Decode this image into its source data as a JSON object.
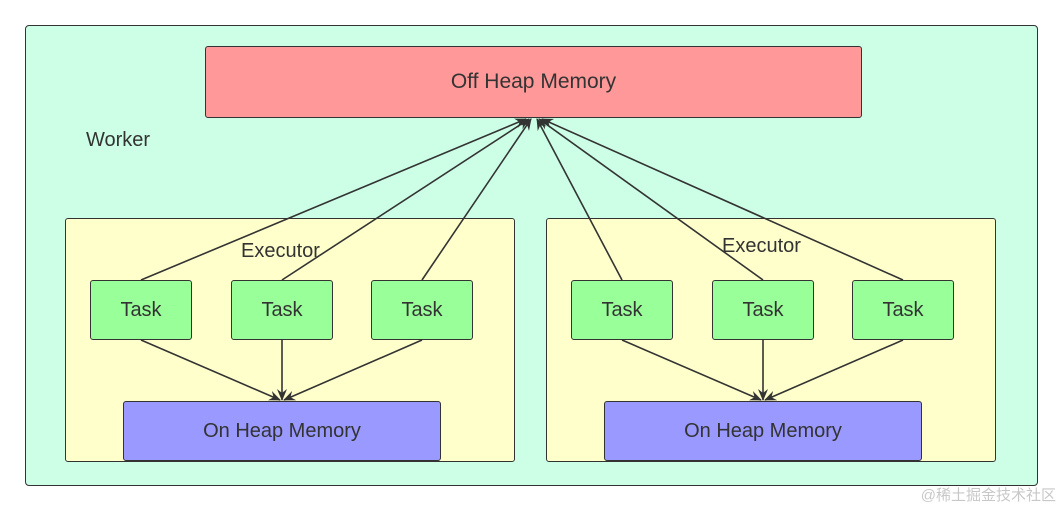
{
  "worker": {
    "label": "Worker"
  },
  "off_heap": {
    "label": "Off Heap Memory",
    "color": "#ff9999"
  },
  "executors": [
    {
      "label": "Executor",
      "tasks": [
        "Task",
        "Task",
        "Task"
      ],
      "on_heap": "On Heap Memory"
    },
    {
      "label": "Executor",
      "tasks": [
        "Task",
        "Task",
        "Task"
      ],
      "on_heap": "On Heap Memory"
    }
  ],
  "colors": {
    "worker_bg": "#ccffe6",
    "executor_bg": "#ffffcc",
    "task_bg": "#99ff99",
    "on_heap_bg": "#9999ff",
    "stroke": "#333333"
  },
  "watermark": "@稀土掘金技术社区"
}
